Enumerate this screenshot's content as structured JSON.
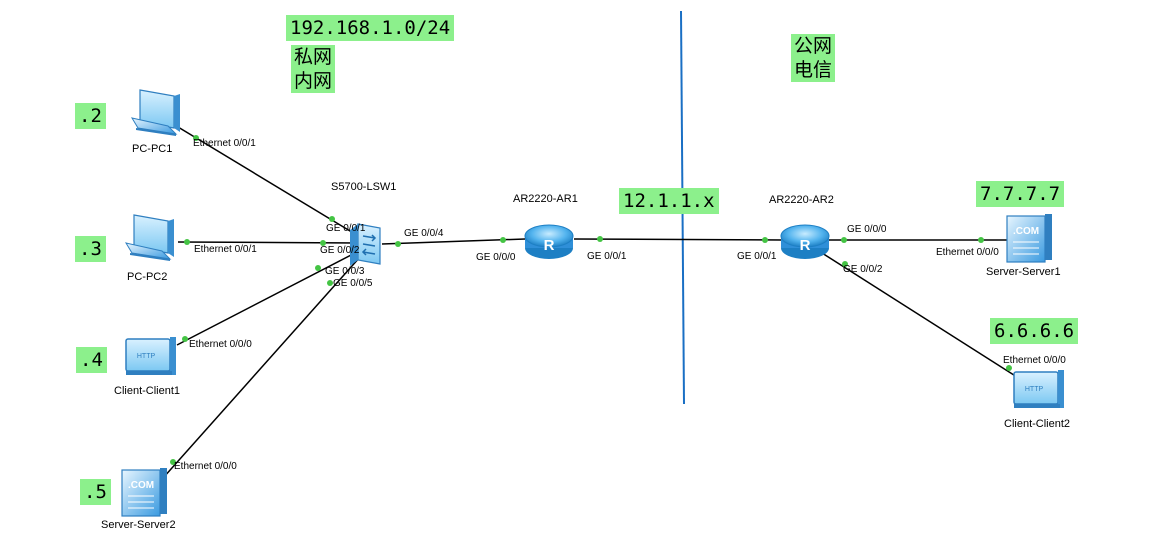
{
  "devices": {
    "pc1": "PC-PC1",
    "pc2": "PC-PC2",
    "client1": "Client-Client1",
    "server2": "Server-Server2",
    "switch": "S5700-LSW1",
    "ar1": "AR2220-AR1",
    "ar2": "AR2220-AR2",
    "server1": "Server-Server1",
    "client2": "Client-Client2"
  },
  "ports": {
    "pc1_eth": "Ethernet 0/0/1",
    "pc2_eth": "Ethernet 0/0/1",
    "client1_eth": "Ethernet 0/0/0",
    "server2_eth": "Ethernet 0/0/0",
    "sw_ge1": "GE 0/0/1",
    "sw_ge2": "GE 0/0/2",
    "sw_ge3": "GE 0/0/3",
    "sw_ge5": "GE 0/0/5",
    "sw_ge4": "GE 0/0/4",
    "ar1_ge0": "GE 0/0/0",
    "ar1_ge1": "GE 0/0/1",
    "ar2_ge1": "GE 0/0/1",
    "ar2_ge0": "GE 0/0/0",
    "ar2_ge2": "GE 0/0/2",
    "server1_eth": "Ethernet 0/0/0",
    "client2_eth": "Ethernet 0/0/0"
  },
  "tags": {
    "lan_subnet": "192.168.1.0/24",
    "private_net": "私网\n内网",
    "public_net": "公网\n电信",
    "wan_subnet": "12.1.1.x",
    "pc1_host": ".2",
    "pc2_host": ".3",
    "client1_host": ".4",
    "server2_host": ".5",
    "server1_ip": "7.7.7.7",
    "client2_ip": "6.6.6.6"
  },
  "icons": {
    "com_text": ".COM",
    "http_text": "HTTP",
    "router_letter": "R"
  },
  "colors": {
    "tag_bg": "#8cf08c",
    "link": "#000000",
    "port_dot": "#44c444",
    "divider": "#1a6fc4",
    "router_blue": "#3aa0e0",
    "device_blue": "#2f8fd8"
  }
}
